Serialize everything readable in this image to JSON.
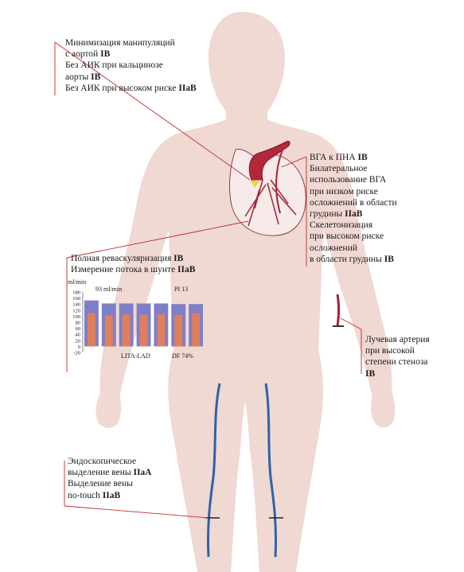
{
  "annotations": {
    "aorta": [
      {
        "text": "Минимизация манипуляций",
        "grade": ""
      },
      {
        "text": "с аортой ",
        "grade": "IB"
      },
      {
        "text": "Без АИК при кальцинозе",
        "grade": ""
      },
      {
        "text": "аорты ",
        "grade": "IB"
      },
      {
        "text": "Без АИК при высоком риске ",
        "grade": "IIaB"
      }
    ],
    "ita": [
      {
        "text": "ВГА к ПНА ",
        "grade": "IB"
      },
      {
        "text": "Билатеральное",
        "grade": ""
      },
      {
        "text": "использование ВГА",
        "grade": ""
      },
      {
        "text": "при низком риске",
        "grade": ""
      },
      {
        "text": "осложнений в области",
        "grade": ""
      },
      {
        "text": "грудины ",
        "grade": "IIaB"
      },
      {
        "text": "Скелетонизация",
        "grade": ""
      },
      {
        "text": "при высоком риске",
        "grade": ""
      },
      {
        "text": "осложнений",
        "grade": ""
      },
      {
        "text": "в области грудины ",
        "grade": "IB"
      }
    ],
    "revasc": [
      {
        "text": "Полная реваскуляризация ",
        "grade": "IB"
      },
      {
        "text": "Измерение потока в шунте ",
        "grade": "IIaB"
      }
    ],
    "radial": [
      {
        "text": "Лучевая артерия",
        "grade": ""
      },
      {
        "text": "при высокой",
        "grade": ""
      },
      {
        "text": "степени стеноза",
        "grade": ""
      },
      {
        "text": "",
        "grade": "IB"
      }
    ],
    "vein": [
      {
        "text": "Эндоскопическое",
        "grade": ""
      },
      {
        "text": "выделение вены ",
        "grade": "IIaA"
      },
      {
        "text": "Выделение вены",
        "grade": ""
      },
      {
        "text": "no-touch ",
        "grade": "IIaB"
      }
    ]
  },
  "chart_data": {
    "type": "bar",
    "title": "",
    "ylabel": "ml/min",
    "xlabel": "",
    "ylim": [
      -20,
      180
    ],
    "yticks": [
      180,
      160,
      140,
      120,
      100,
      80,
      60,
      40,
      20,
      0,
      -20
    ],
    "series": [
      {
        "name": "",
        "color": "#7f7fc6",
        "values": [
          152,
          142,
          142,
          142,
          142,
          140,
          140
        ]
      },
      {
        "name": "",
        "color": "#e07f5c",
        "values": [
          110,
          102,
          106,
          104,
          106,
          104,
          110
        ]
      }
    ],
    "text_labels": {
      "flow": "93 ml/min",
      "pi": "PI  13",
      "vessel": "LITA-LAD",
      "df": "DF 74%"
    }
  },
  "colors": {
    "body": "#f0d8d3",
    "artery": "#a52434",
    "vein": "#2e62aa",
    "leader": "#c22a2a"
  }
}
